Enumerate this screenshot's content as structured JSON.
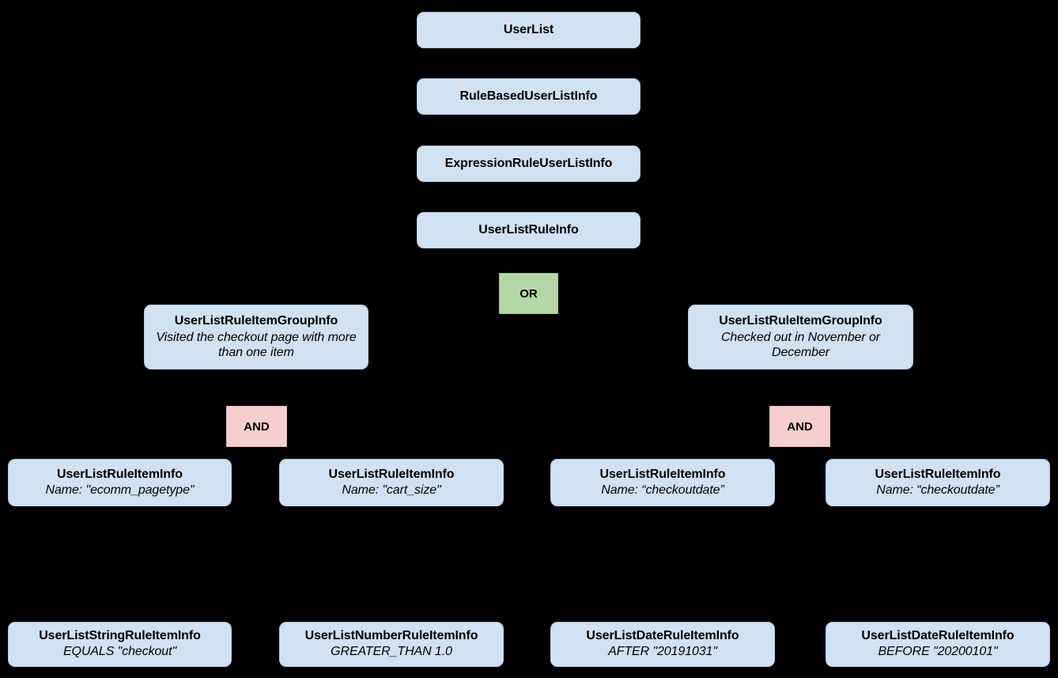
{
  "diagram": {
    "background_color": "#000000",
    "node_fill_color": "#d0e1f2",
    "or_badge_color": "#b5d6a7",
    "and_badge_color": "#f5cece",
    "edge_color": "#000000"
  },
  "nodes": {
    "user_list": {
      "title": "UserList",
      "subtitle": ""
    },
    "rule_based_user_list_info": {
      "title": "RuleBasedUserListInfo",
      "subtitle": ""
    },
    "expression_rule_user_list_info": {
      "title": "ExpressionRuleUserListInfo",
      "subtitle": ""
    },
    "user_list_rule_info": {
      "title": "UserListRuleInfo",
      "subtitle": ""
    },
    "group_left": {
      "title": "UserListRuleItemGroupInfo",
      "subtitle": "Visited the checkout page with more than one item"
    },
    "group_right": {
      "title": "UserListRuleItemGroupInfo",
      "subtitle": "Checked out in November or December"
    },
    "item_1": {
      "title": "UserListRuleItemInfo",
      "subtitle": "Name: \"ecomm_pagetype\""
    },
    "item_2": {
      "title": "UserListRuleItemInfo",
      "subtitle": "Name: \"cart_size\""
    },
    "item_3": {
      "title": "UserListRuleItemInfo",
      "subtitle": "Name: “checkoutdate”"
    },
    "item_4": {
      "title": "UserListRuleItemInfo",
      "subtitle": "Name: “checkoutdate”"
    },
    "leaf_1": {
      "title": "UserListStringRuleItemInfo",
      "subtitle": "EQUALS \"checkout\""
    },
    "leaf_2": {
      "title": "UserListNumberRuleItemInfo",
      "subtitle": "GREATER_THAN 1.0"
    },
    "leaf_3": {
      "title": "UserListDateRuleItemInfo",
      "subtitle": "AFTER \"20191031\""
    },
    "leaf_4": {
      "title": "UserListDateRuleItemInfo",
      "subtitle": "BEFORE \"20200101\""
    }
  },
  "operators": {
    "or_root": "OR",
    "and_left": "AND",
    "and_right": "AND"
  }
}
